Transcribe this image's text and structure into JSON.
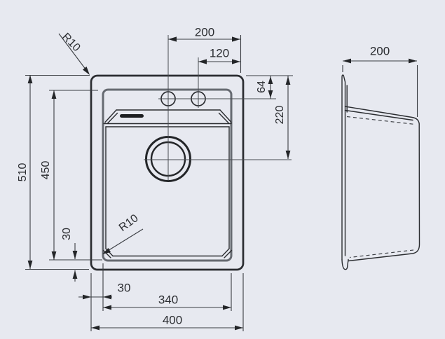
{
  "diagram": {
    "subject": "Sink dimension drawing, top view and side view",
    "top_view": {
      "overall_width": "400",
      "overall_length": "510",
      "bowl_width": "340",
      "bowl_length": "450",
      "side_margin": "30",
      "bottom_margin": "30",
      "hole_center_offset": "200",
      "hole_right_offset": "120",
      "holes_from_edge": "64",
      "drain_from_edge": "220",
      "outer_corner_radius": "R10",
      "bowl_corner_radius": "R10"
    },
    "side_view": {
      "depth": "200"
    },
    "colors": {
      "background": "#e7e9f0",
      "outline": "#2b2d31",
      "rim": "#666a71",
      "dimension": "#3a3d42"
    }
  }
}
